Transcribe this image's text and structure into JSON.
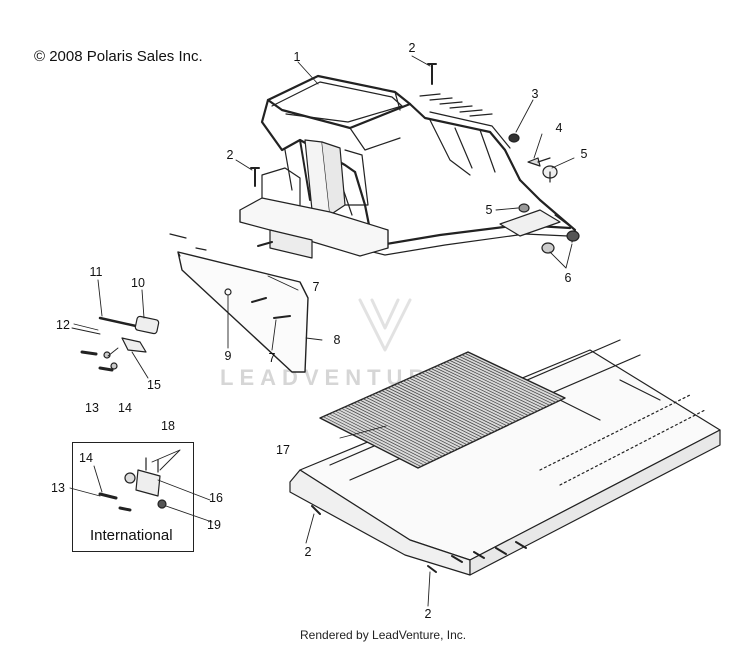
{
  "copyright": "© 2008 Polaris Sales Inc.",
  "footer": "Rendered by LeadVenture, Inc.",
  "international_label": "International",
  "watermark": "LEADVENTURE",
  "callouts": [
    "1",
    "2",
    "2",
    "2",
    "2",
    "3",
    "4",
    "5",
    "5",
    "6",
    "7",
    "7",
    "8",
    "9",
    "10",
    "11",
    "12",
    "13",
    "14",
    "15",
    "17",
    "14",
    "13",
    "18",
    "16",
    "19"
  ]
}
